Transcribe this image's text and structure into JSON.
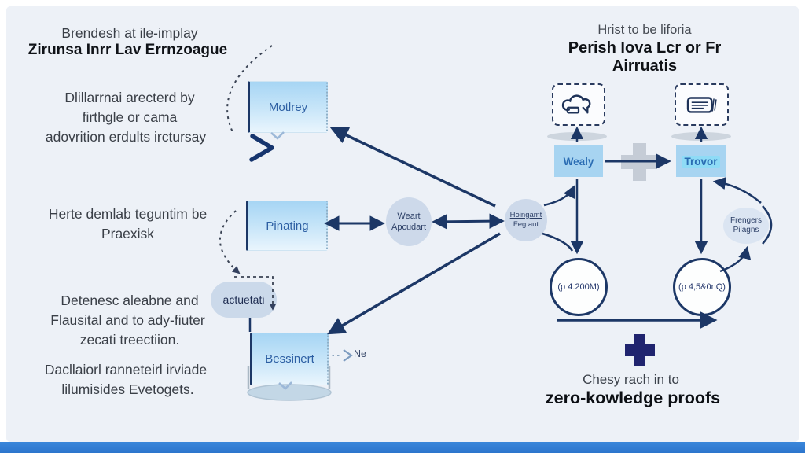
{
  "left": {
    "intro_line1": "Brendesh at ile-implay",
    "intro_line2": "Zirunsa Inrr Lav Errnzoague",
    "para1": [
      "Dlillarrnai arecterd by",
      "firthgle or cama",
      "adovrition erdults irctursay"
    ],
    "para2": [
      "Herte demlab teguntim be",
      "Praexisk"
    ],
    "para3": [
      "Detenesc aleabne and",
      "Flausital and to ady-fiuter",
      "zecati treectiion."
    ],
    "para4": [
      "Dacllaiorl ranneteirl irviade",
      "lilumisides Evetogets."
    ]
  },
  "nodes": {
    "motley": "Motlrey",
    "pinating": "Pinating",
    "bessinert": "Bessinert",
    "actuetati": "actuetati",
    "weart_line1": "Weart",
    "weart_line2": "Apcudart",
    "hoingame_line1": "Hoingamt",
    "hoingame_line2": "Fegtaut",
    "ne_label": "Ne"
  },
  "right": {
    "header_line1": "Hrist to be liforia",
    "header_line2": "Perish Iova Lcr or Fr Airruatis",
    "wealy": "Wealy",
    "trovor": "Trovor",
    "proof_left": "(p 4.200M)",
    "proof_right": "(p 4,5&0nQ)",
    "frengers_line1": "Frengers",
    "frengers_line2": "Pilagns",
    "footer_line1": "Chesy rach in to",
    "footer_line2": "zero-kowledge proofs"
  },
  "icons": {
    "left_card": "cloud-icon",
    "right_card": "document-icon",
    "plus_center": "plus-icon-gray",
    "plus_bottom": "plus-icon-navy"
  },
  "colors": {
    "background": "#edf1f7",
    "arrow_navy": "#1c3766",
    "node_fill": "#a6d5f4",
    "node_text": "#2d5fa3",
    "circle_fill": "#cdd9ea",
    "plus_dark": "#20246f",
    "plus_gray": "#c5ccd6",
    "highlight_cyan": "#8edbf6",
    "bottom_bar": "#2f7cd4"
  }
}
